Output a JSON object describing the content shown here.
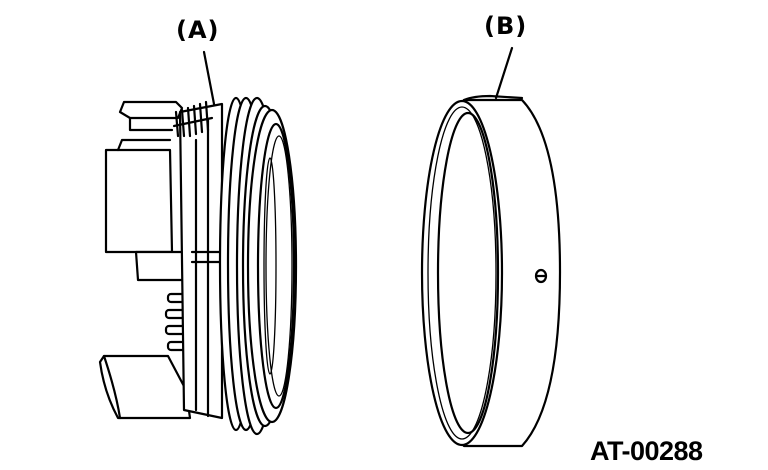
{
  "labels": {
    "part_a": "(A)",
    "part_b": "(B)"
  },
  "figure_id": "AT-00288",
  "colors": {
    "line": "#000000",
    "background": "#ffffff"
  }
}
